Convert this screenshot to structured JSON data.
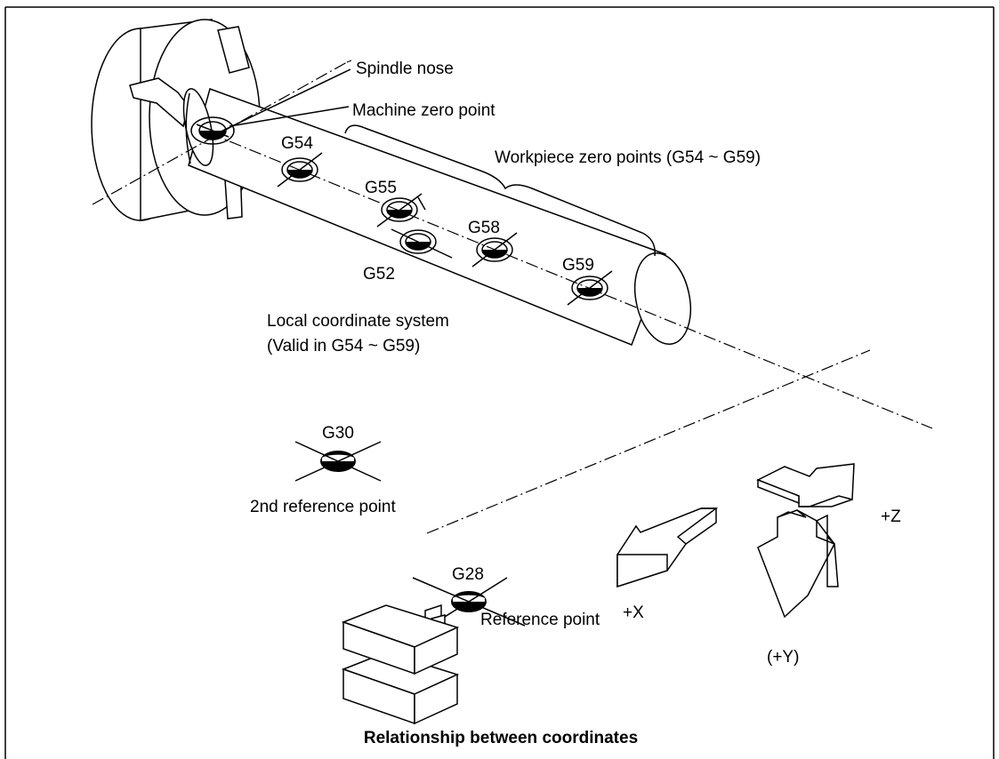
{
  "labels": {
    "spindle_nose": "Spindle nose",
    "machine_zero": "Machine zero point",
    "workpiece_zero": "Workpiece zero points (G54 ~ G59)",
    "local_line1": "Local coordinate system",
    "local_line2": "(Valid in G54 ~ G59)",
    "second_ref": "2nd reference point",
    "reference_point": "Reference point"
  },
  "points": {
    "g54": "G54",
    "g55": "G55",
    "g52": "G52",
    "g58": "G58",
    "g59": "G59",
    "g30": "G30",
    "g28": "G28"
  },
  "axes": {
    "plus_x": "+X",
    "plus_z": "+Z",
    "plus_y": "(+Y)"
  },
  "caption": "Relationship between coordinates"
}
